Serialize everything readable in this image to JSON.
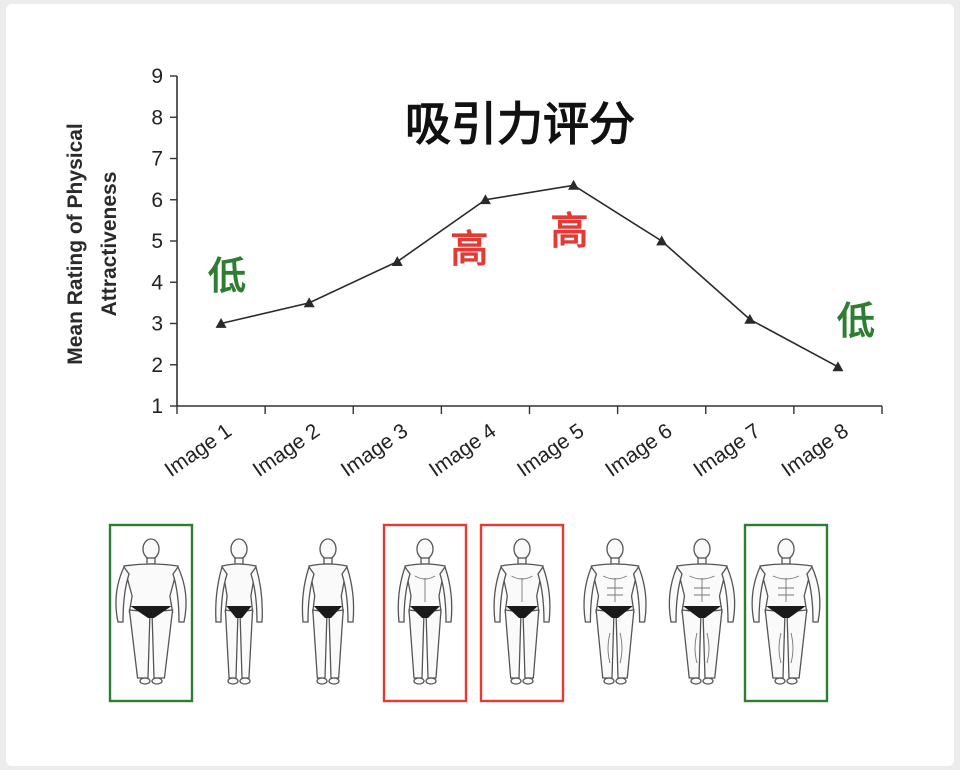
{
  "chart_data": {
    "type": "line",
    "title": "吸引力评分",
    "ylabel_lines": [
      "Mean Rating of Physical",
      "Attractiveness"
    ],
    "xlabel": "",
    "categories": [
      "Image 1",
      "Image 2",
      "Image 3",
      "Image 4",
      "Image 5",
      "Image 6",
      "Image 7",
      "Image 8"
    ],
    "values": [
      3.0,
      3.5,
      4.5,
      6.0,
      6.35,
      5.0,
      3.1,
      1.95
    ],
    "ylim": [
      1,
      9
    ],
    "yticks": [
      1,
      2,
      3,
      4,
      5,
      6,
      7,
      8,
      9
    ],
    "grid": false,
    "marker": "triangle",
    "annotations": [
      {
        "text": "低",
        "near": "Image 1",
        "color": "#2e7d32"
      },
      {
        "text": "高",
        "near": "Image 4",
        "color": "#e53935"
      },
      {
        "text": "高",
        "near": "Image 5",
        "color": "#e53935"
      },
      {
        "text": "低",
        "near": "Image 8",
        "color": "#2e7d32"
      }
    ]
  },
  "figures": [
    {
      "label": "Image 1",
      "build": "heavy",
      "highlight": "#2e7d32"
    },
    {
      "label": "Image 2",
      "build": "slim",
      "highlight": null
    },
    {
      "label": "Image 3",
      "build": "average",
      "highlight": null
    },
    {
      "label": "Image 4",
      "build": "fit",
      "highlight": "#e53935"
    },
    {
      "label": "Image 5",
      "build": "toned",
      "highlight": "#e53935"
    },
    {
      "label": "Image 6",
      "build": "muscular",
      "highlight": null
    },
    {
      "label": "Image 7",
      "build": "very muscular",
      "highlight": null
    },
    {
      "label": "Image 8",
      "build": "bodybuilder",
      "highlight": "#2e7d32"
    }
  ]
}
